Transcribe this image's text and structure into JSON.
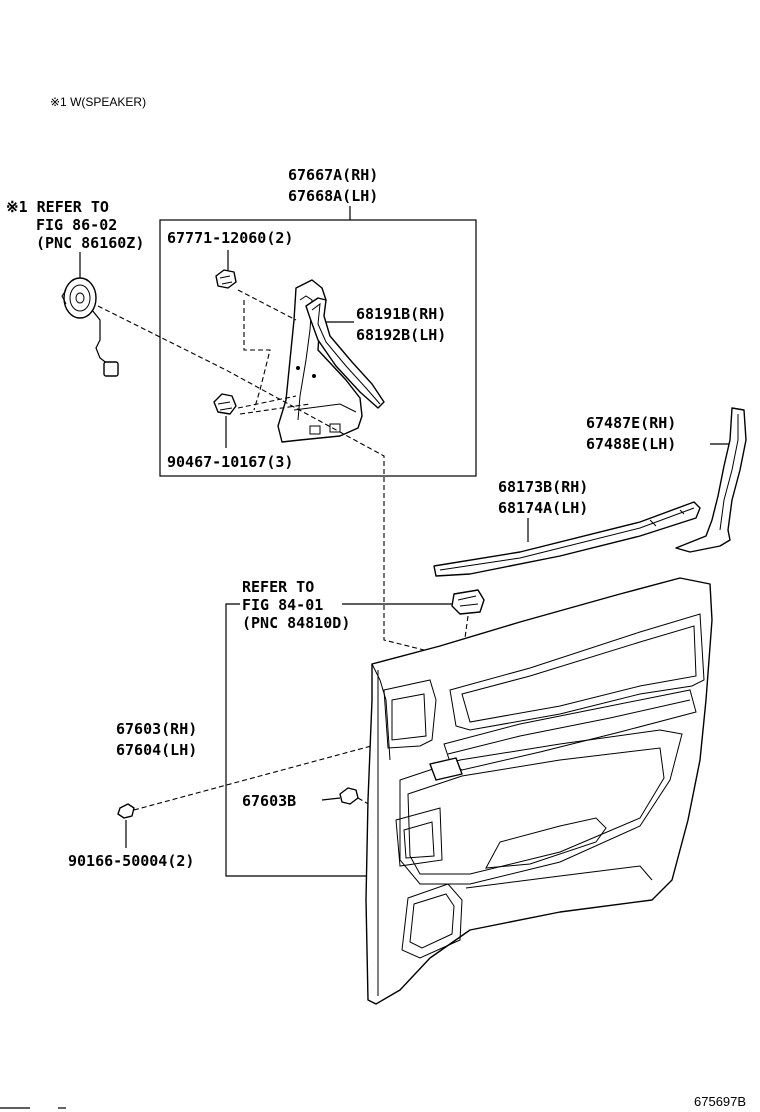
{
  "note": {
    "speaker_variant": "※1 W(SPEAKER)"
  },
  "labels": {
    "garnish_rh": "67667A(RH)",
    "garnish_lh": "67668A(LH)",
    "refer_86_line1": "※1 REFER TO",
    "refer_86_line2": "FIG 86-02",
    "refer_86_line3": "(PNC 86160Z)",
    "clip_top": "67771-12060(2)",
    "weatherstrip_rh": "68191B(RH)",
    "weatherstrip_lh": "68192B(LH)",
    "clip_bottom": "90467-10167(3)",
    "seal_rh": "67487E(RH)",
    "seal_lh": "67488E(LH)",
    "belt_rh": "68173B(RH)",
    "belt_lh": "68174A(LH)",
    "refer_84_line1": "REFER TO",
    "refer_84_line2": "FIG 84-01",
    "refer_84_line3": "(PNC 84810D)",
    "trim_rh": "67603(RH)",
    "trim_lh": "67604(LH)",
    "clip_trim": "67603B",
    "screw": "90166-50004(2)"
  },
  "footer": {
    "figure_code": "675697B"
  }
}
